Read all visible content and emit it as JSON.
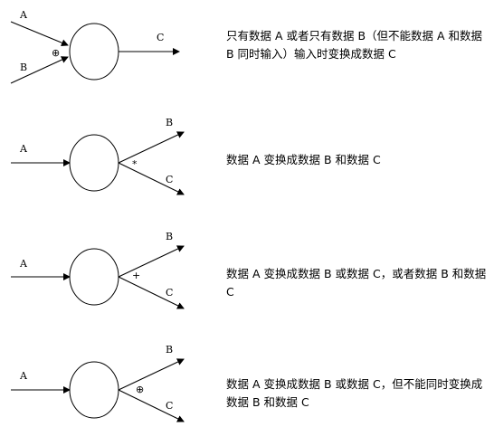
{
  "rows": [
    {
      "inputs": [
        "A",
        "B"
      ],
      "operator": "⊕",
      "outputs": [
        "C"
      ],
      "description": "只有数据 A 或者只有数据 B（但不能数据 A 和数据 B 同时输入）输入时变换成数据 C"
    },
    {
      "inputs": [
        "A"
      ],
      "operator": "*",
      "outputs": [
        "B",
        "C"
      ],
      "description": "数据 A 变换成数据 B 和数据 C"
    },
    {
      "inputs": [
        "A"
      ],
      "operator": "+",
      "outputs": [
        "B",
        "C"
      ],
      "description": "数据 A 变换成数据 B 或数据 C，或者数据 B 和数据 C"
    },
    {
      "inputs": [
        "A"
      ],
      "operator": "⊕",
      "outputs": [
        "B",
        "C"
      ],
      "description": "数据 A 变换成数据 B 或数据 C，但不能同时变换成数据 B 和数据 C"
    }
  ]
}
